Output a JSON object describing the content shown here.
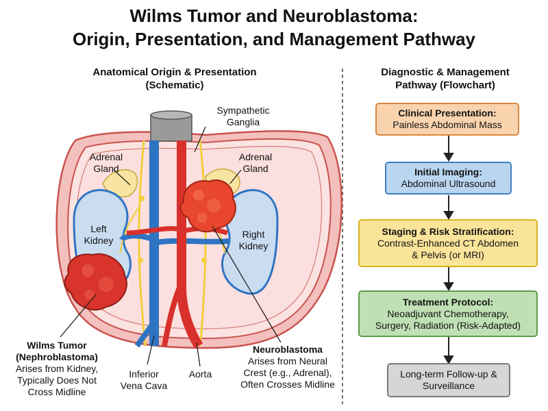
{
  "title": {
    "line1": "Wilms Tumor and Neuroblastoma:",
    "line2": "Origin, Presentation, and Management Pathway"
  },
  "left_panel": {
    "heading1": "Anatomical Origin & Presentation",
    "heading2": "(Schematic)",
    "labels": {
      "sympathetic_1": "Sympathetic",
      "sympathetic_2": "Ganglia",
      "adrenal_left_1": "Adrenal",
      "adrenal_left_2": "Gland",
      "adrenal_right_1": "Adrenal",
      "adrenal_right_2": "Gland",
      "left_kidney_1": "Left",
      "left_kidney_2": "Kidney",
      "right_kidney_1": "Right",
      "right_kidney_2": "Kidney",
      "ivc_1": "Inferior",
      "ivc_2": "Vena Cava",
      "aorta": "Aorta"
    },
    "wilms": {
      "name1": "Wilms Tumor",
      "name2": "(Nephroblastoma)",
      "desc1": "Arises from Kidney,",
      "desc2": "Typically Does Not",
      "desc3": "Cross Midline"
    },
    "neuro": {
      "name": "Neuroblastoma",
      "desc1": "Arises from Neural",
      "desc2": "Crest (e.g., Adrenal),",
      "desc3": "Often Crosses Midline"
    }
  },
  "right_panel": {
    "heading1": "Diagnostic & Management",
    "heading2": "Pathway (Flowchart)",
    "steps": [
      {
        "title": "Clinical Presentation:",
        "lines": [
          "Painless Abdominal Mass"
        ],
        "fill": "#f9d3ae",
        "border": "#d9883f"
      },
      {
        "title": "Initial Imaging:",
        "lines": [
          "Abdominal Ultrasound"
        ],
        "fill": "#b9d5f0",
        "border": "#3f7fc2"
      },
      {
        "title": "Staging & Risk Stratification:",
        "lines": [
          "Contrast-Enhanced CT Abdomen",
          "& Pelvis (or MRI)"
        ],
        "fill": "#fae49a",
        "border": "#d9b322"
      },
      {
        "title": "Treatment Protocol:",
        "lines": [
          "Neoadjuvant Chemotherapy,",
          "Surgery, Radiation (Risk-Adapted)"
        ],
        "fill": "#bfe0b4",
        "border": "#5a9c47"
      },
      {
        "title": "",
        "lines": [
          "Long-term Follow-up &",
          "Surveillance"
        ],
        "fill": "#d6d6d6",
        "border": "#7a7a7a"
      }
    ]
  },
  "colors": {
    "artery": "#d9302c",
    "vein": "#2f74c2",
    "tumor": "#d9342b",
    "adrenal": "#f6e4a0",
    "kidney": "#c9dcf0",
    "body_wall": "#f3c0bd",
    "nerve": "#f2cf3a"
  }
}
